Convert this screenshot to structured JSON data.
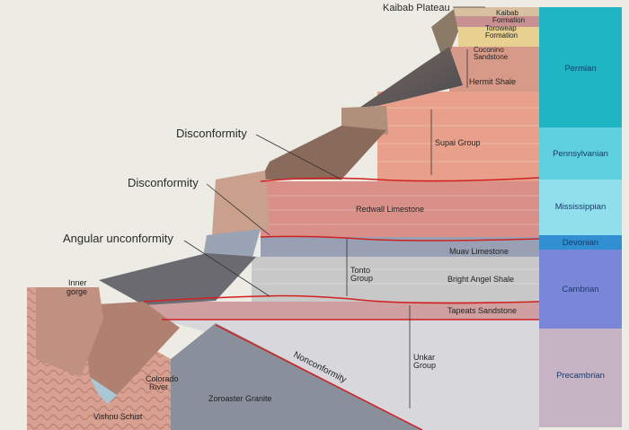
{
  "labels": {
    "kaibab_plateau": "Kaibab Plateau",
    "kaibab_formation_1": "Kaibab",
    "kaibab_formation_2": "Formation",
    "toroweap_1": "Toroweap",
    "toroweap_2": "Formation",
    "coconino_1": "Coconino",
    "coconino_2": "Sandstone",
    "hermit_shale": "Hermit Shale",
    "supai_group": "Supai Group",
    "redwall_limestone": "Redwall Limestone",
    "muav_limestone": "Muav Limestone",
    "tonto_1": "Tonto",
    "tonto_2": "Group",
    "bright_angel_shale": "Bright Angel Shale",
    "tapeats_sandstone": "Tapeats Sandstone",
    "unkar_1": "Unkar",
    "unkar_2": "Group",
    "nonconformity": "Nonconformity",
    "zoroaster_granite": "Zoroaster Granite",
    "colorado_1": "Colorado",
    "colorado_2": "River",
    "vishnu_schist": "Vishnu Schist",
    "inner_gorge_1": "Inner",
    "inner_gorge_2": "gorge",
    "disconformity_upper": "Disconformity",
    "disconformity_lower": "Disconformity",
    "angular_unconformity": "Angular unconformity"
  },
  "periods": {
    "permian": "Permian",
    "pennsylvanian": "Pennsylvanian",
    "mississippian": "Mississippian",
    "devonian": "Devonian",
    "cambrian": "Cambrian",
    "precambrian": "Precambrian"
  },
  "colors": {
    "permian": "#1fb4c4",
    "pennsylvanian": "#5fd0e0",
    "mississippian": "#8fe0ec",
    "devonian": "#2f8fd0",
    "cambrian": "#7a86d8",
    "precambrian": "#c6b4c4",
    "unconformity_line": "#d02020"
  }
}
